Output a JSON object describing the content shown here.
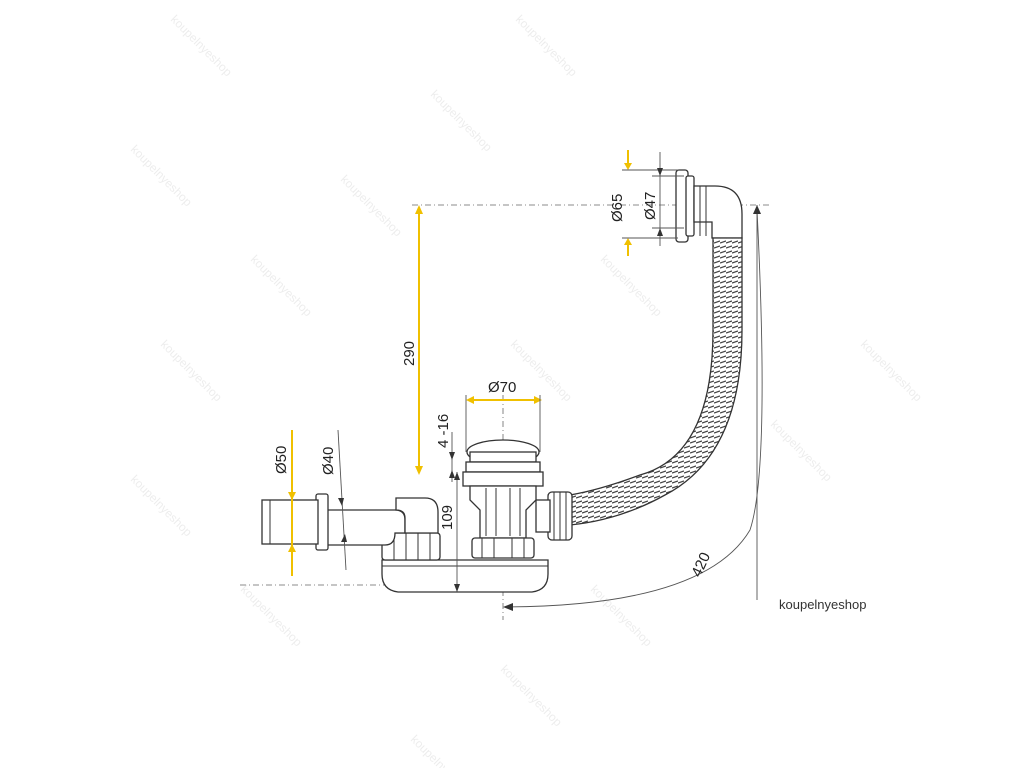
{
  "watermark": "koupelnyeshop",
  "brand_label": "koupelnyeshop",
  "dimensions": {
    "d65": "Ø65",
    "d47": "Ø47",
    "h290": "290",
    "d70": "Ø70",
    "h4_16": "4 -16",
    "d50": "Ø50",
    "d40": "Ø40",
    "h109": "109",
    "l420": "420"
  },
  "colors": {
    "highlight": "#f0c000",
    "line": "#333333"
  }
}
